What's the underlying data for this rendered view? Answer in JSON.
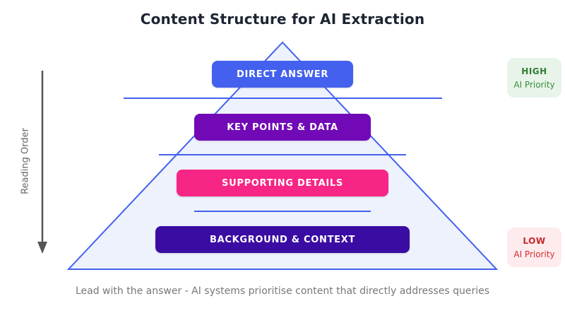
{
  "title": "Content Structure for AI Extraction",
  "caption": "Lead with the answer - AI systems prioritise content that directly addresses queries",
  "reading_order_label": "Reading Order",
  "pyramid": {
    "fill": "#eef2fc",
    "border": "#4361ee",
    "levels": [
      {
        "label": "DIRECT ANSWER",
        "color": "#4361ee"
      },
      {
        "label": "KEY POINTS & DATA",
        "color": "#7209b7"
      },
      {
        "label": "SUPPORTING DETAILS",
        "color": "#f72585"
      },
      {
        "label": "BACKGROUND & CONTEXT",
        "color": "#3a0ca3"
      }
    ]
  },
  "priority_badges": {
    "high": {
      "label": "HIGH",
      "sublabel": "AI Priority",
      "bg": "#e8f4ea",
      "label_color": "#2e7d32",
      "sub_color": "#388e3c"
    },
    "low": {
      "label": "LOW",
      "sublabel": "AI Priority",
      "bg": "#fdebee",
      "label_color": "#c62828",
      "sub_color": "#d32f2f"
    }
  },
  "arrow": {
    "color": "#555555"
  }
}
